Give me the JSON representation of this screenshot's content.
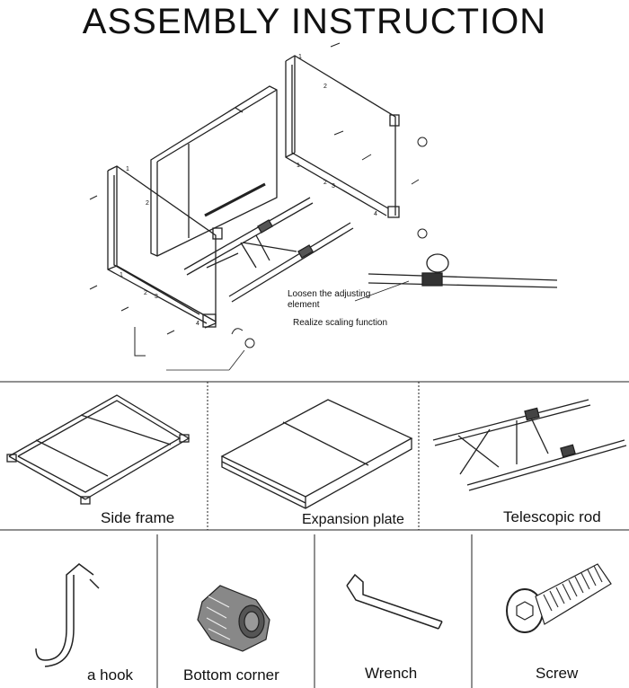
{
  "title": "ASSEMBLY INSTRUCTION",
  "callouts": {
    "adjust": "Loosen the adjusting element",
    "adjust_line1": "Loosen the adjusting",
    "adjust_line2": "element",
    "scaling": "Realize scaling function"
  },
  "step_numbers": [
    "1",
    "2",
    "3",
    "4"
  ],
  "parts": [
    {
      "label": "Side frame",
      "icon": "side-frame-icon"
    },
    {
      "label": "Expansion plate",
      "icon": "expansion-plate-icon"
    },
    {
      "label": "Telescopic rod",
      "icon": "telescopic-rod-icon"
    },
    {
      "label": "a hook",
      "icon": "hook-icon"
    },
    {
      "label": "Bottom corner",
      "icon": "bottom-corner-icon"
    },
    {
      "label": "Wrench",
      "icon": "wrench-icon"
    },
    {
      "label": "Screw",
      "icon": "screw-icon"
    }
  ]
}
